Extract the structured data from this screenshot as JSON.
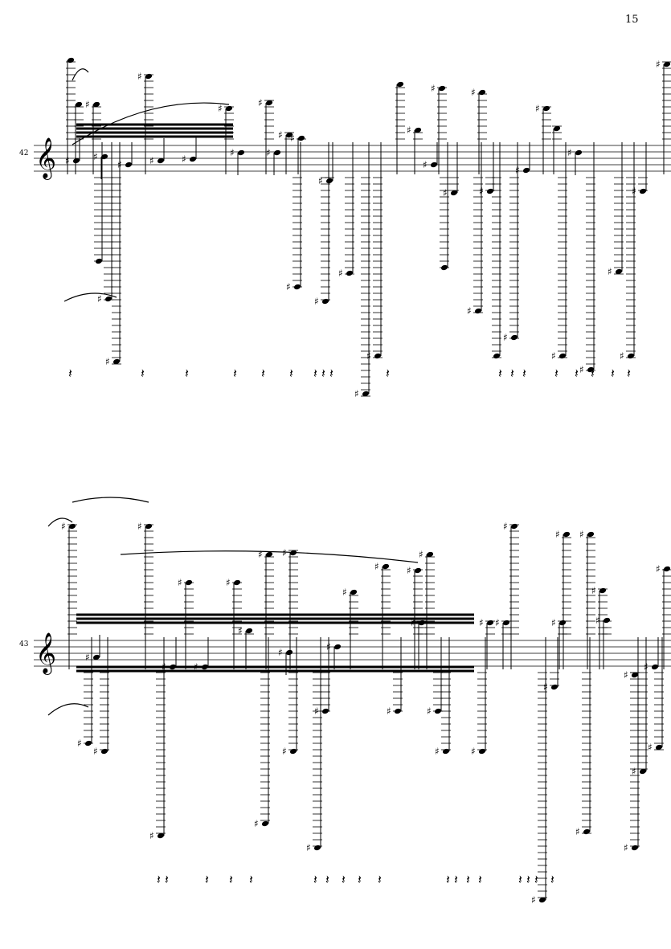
{
  "page": {
    "number": "15"
  },
  "systems": [
    {
      "measure_number": "42"
    },
    {
      "measure_number": "43"
    }
  ],
  "colors": {
    "ink": "#000000",
    "paper": "#ffffff"
  }
}
